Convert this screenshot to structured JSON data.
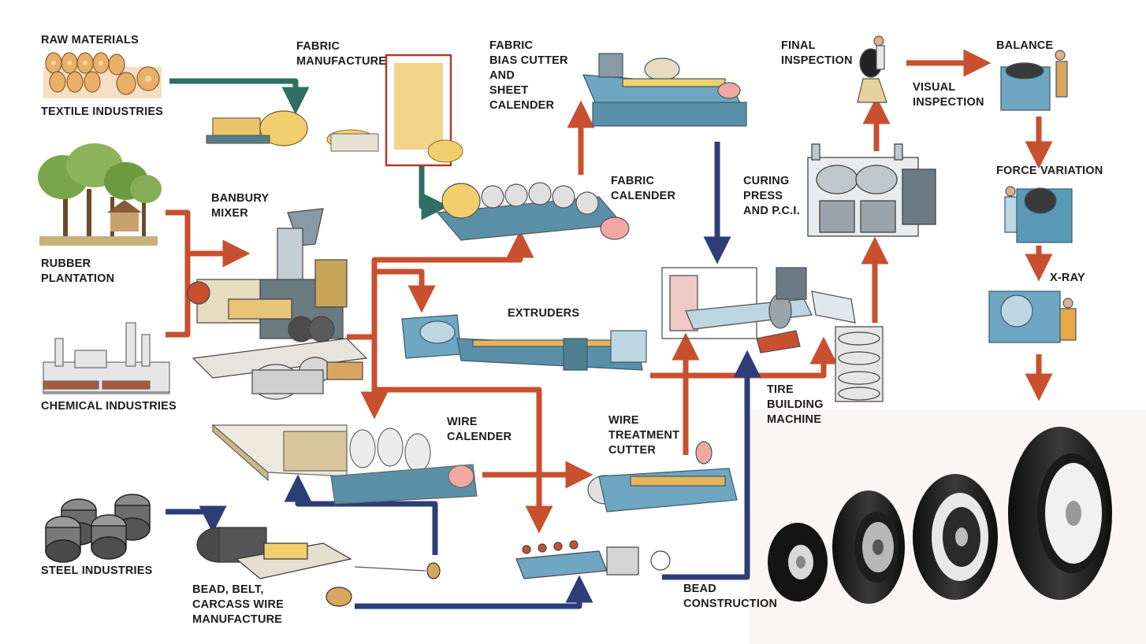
{
  "colors": {
    "flow_orange": "#c8502f",
    "flow_teal": "#2f6f63",
    "flow_navy": "#2d3e77",
    "machine_blue": "#6fa6c2",
    "roll_yellow": "#f1cf6c",
    "roll_cream": "#e8dcc0",
    "tire_black": "#161616",
    "label_text": "#1c1c1c"
  },
  "labels": {
    "raw_materials": "RAW MATERIALS",
    "textile_industries": "TEXTILE INDUSTRIES",
    "rubber_plantation": "RUBBER\nPLANTATION",
    "chemical_industries": "CHEMICAL INDUSTRIES",
    "steel_industries": "STEEL INDUSTRIES",
    "fabric_manufacture": "FABRIC\nMANUFACTURE",
    "banbury_mixer": "BANBURY\nMIXER",
    "fabric_bias_cutter": "FABRIC\nBIAS CUTTER\nAND\nSHEET\nCALENDER",
    "fabric_calender": "FABRIC\nCALENDER",
    "extruders": "EXTRUDERS",
    "wire_calender": "WIRE\nCALENDER",
    "wire_treatment_cutter": "WIRE\nTREATMENT\nCUTTER",
    "bead_belt_carcass": "BEAD, BELT,\nCARCASS WIRE\nMANUFACTURE",
    "bead_construction": "BEAD\nCONSTRUCTION",
    "curing_press": "CURING\nPRESS\nAND P.C.I.",
    "tire_building_machine": "TIRE\nBUILDING\nMACHINE",
    "final_inspection": "FINAL\nINSPECTION",
    "visual_inspection": "VISUAL\nINSPECTION",
    "balance": "BALANCE",
    "force_variation": "FORCE VARIATION",
    "x_ray": "X-RAY"
  },
  "icons": [
    "fabric-rolls-icon",
    "rubber-tree-icon",
    "chemical-plant-icon",
    "steel-coils-icon",
    "fabric-loom-icon",
    "banbury-mixer-icon",
    "bias-cutter-icon",
    "fabric-calender-icon",
    "extruder-line-icon",
    "wire-calender-icon",
    "wire-cutter-icon",
    "bead-wire-line-icon",
    "bead-winder-icon",
    "tire-building-machine-icon",
    "green-tire-rack-icon",
    "curing-press-icon",
    "inspection-stand-icon",
    "balance-machine-icon",
    "force-variation-machine-icon",
    "x-ray-machine-icon",
    "finished-tire-icon"
  ]
}
